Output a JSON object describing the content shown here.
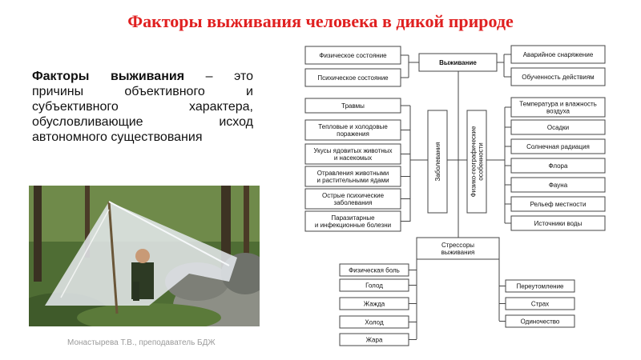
{
  "title": "Факторы выживания человека в дикой природе",
  "definition": {
    "term": "Факторы выживания",
    "rest": " – это причины объективного и субъективного характера, обусловливающие исход автономного существования"
  },
  "footer": "Монастырева Т.В., преподаватель БДЖ",
  "diagram": {
    "center": "Выживание",
    "top_left": [
      "Физическое состояние",
      "Психическое состояние"
    ],
    "top_right": [
      "Аварийное снаряжение",
      "Обученность действиям"
    ],
    "diseases_label": "Заболевания",
    "diseases": [
      "Травмы",
      "Тепловые и холодовые|поражения",
      "Укусы ядовитых животных|и насекомых",
      "Отравления животными|и растительными ядами",
      "Острые психические|заболевания",
      "Паразитарные|и инфекционные болезни"
    ],
    "geo_label": "Физико-географические|особенности",
    "geo": [
      "Температура и влажность|воздуха",
      "Осадки",
      "Солнечная радиация",
      "Флора",
      "Фауна",
      "Рельеф местности",
      "Источники воды"
    ],
    "stressors_label": "Стрессоры|выживания",
    "stressors_left": [
      "Физическая боль",
      "Голод",
      "Жажда",
      "Холод",
      "Жара"
    ],
    "stressors_right": [
      "Переутомление",
      "Страх",
      "Одиночество"
    ]
  }
}
